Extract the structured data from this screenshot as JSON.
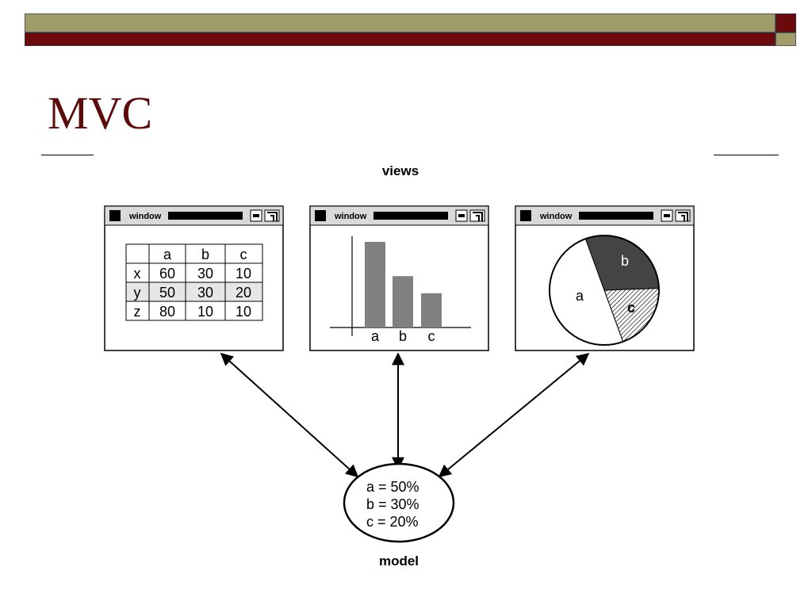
{
  "slide": {
    "title": "MVC"
  },
  "diagram": {
    "views_label": "views",
    "model_label": "model",
    "window_title": "window",
    "table": {
      "columns": [
        "a",
        "b",
        "c"
      ],
      "rows": [
        {
          "label": "x",
          "values": [
            "60",
            "30",
            "10"
          ]
        },
        {
          "label": "y",
          "values": [
            "50",
            "30",
            "20"
          ]
        },
        {
          "label": "z",
          "values": [
            "80",
            "10",
            "10"
          ]
        }
      ],
      "highlight_row": "y"
    },
    "bar_view": {
      "categories": [
        "a",
        "b",
        "c"
      ],
      "values": [
        50,
        30,
        20
      ]
    },
    "pie_view": {
      "slices": [
        {
          "label": "a",
          "value": 50
        },
        {
          "label": "b",
          "value": 30
        },
        {
          "label": "c",
          "value": 20
        }
      ]
    },
    "model_lines": [
      "a = 50%",
      "b = 30%",
      "c = 20%"
    ]
  },
  "colors": {
    "olive": "#a09d6a",
    "maroon": "#6b0a0a",
    "title": "#5c0b0b",
    "bar": "#808080",
    "pie_b": "#444444"
  }
}
